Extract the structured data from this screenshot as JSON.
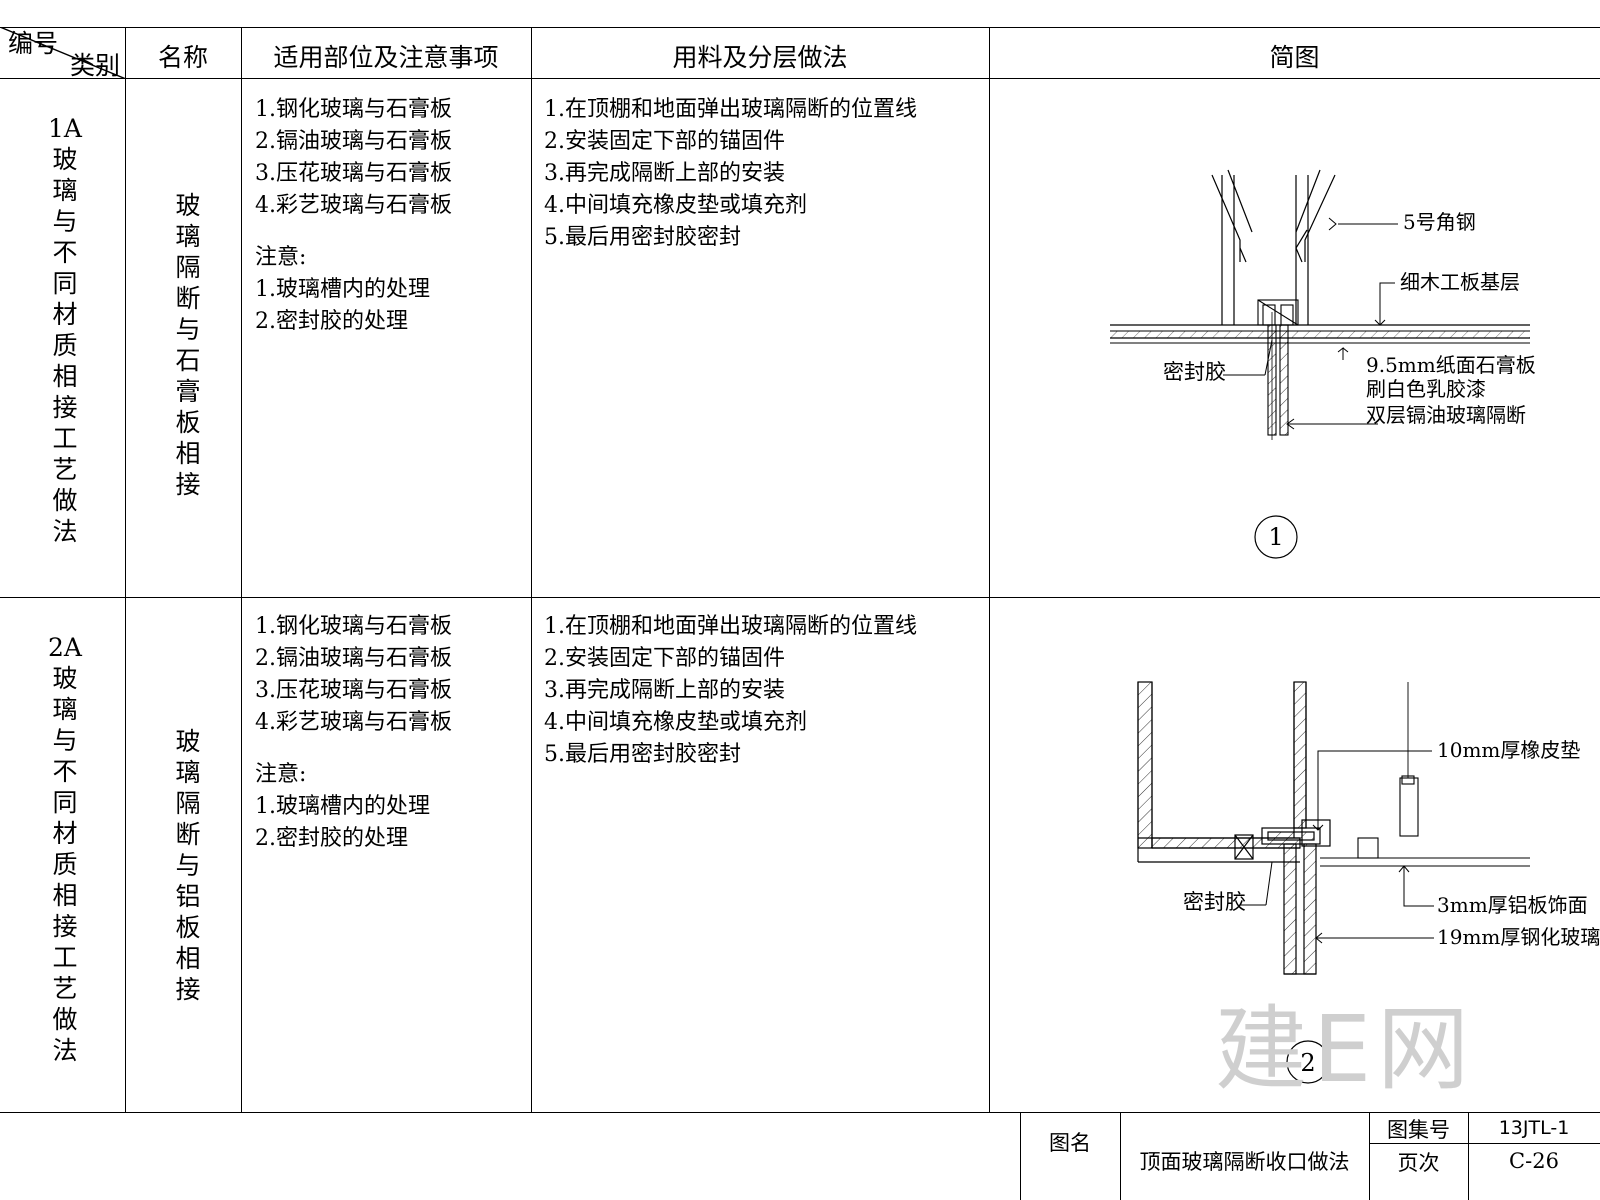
{
  "header": {
    "corner_top": "编号",
    "corner_bottom": "类别",
    "col_name": "名称",
    "col_scope": "适用部位及注意事项",
    "col_method": "用料及分层做法",
    "col_sketch": "简图"
  },
  "rows": [
    {
      "code_category": "1A\n玻\n璃\n与\n不\n同\n材\n质\n相\n接\n工\n艺\n做\n法",
      "name": "玻\n璃\n隔\n断\n与\n石\n膏\n板\n相\n接",
      "scope_items": [
        "1.钢化玻璃与石膏板",
        "2.镉油玻璃与石膏板",
        "3.压花玻璃与石膏板",
        "4.彩艺玻璃与石膏板"
      ],
      "note_title": "注意:",
      "note_items": [
        "1.玻璃槽内的处理",
        "2.密封胶的处理"
      ],
      "method_items": [
        "1.在顶棚和地面弹出玻璃隔断的位置线",
        "2.安装固定下部的锚固件",
        "3.再完成隔断上部的安装",
        "4.中间填充橡皮垫或填充剂",
        "5.最后用密封胶密封"
      ],
      "diagram": {
        "number": "1",
        "labels": {
          "angle_steel": "5号角钢",
          "wood_base": "细木工板基层",
          "gypsum_1": "9.5mm纸面石膏板",
          "gypsum_2": "刷白色乳胶漆",
          "glass": "双层镉油玻璃隔断",
          "sealant": "密封胶"
        }
      }
    },
    {
      "code_category": "2A\n玻\n璃\n与\n不\n同\n材\n质\n相\n接\n工\n艺\n做\n法",
      "name": "玻\n璃\n隔\n断\n与\n铝\n板\n相\n接",
      "scope_items": [
        "1.钢化玻璃与石膏板",
        "2.镉油玻璃与石膏板",
        "3.压花玻璃与石膏板",
        "4.彩艺玻璃与石膏板"
      ],
      "note_title": "注意:",
      "note_items": [
        "1.玻璃槽内的处理",
        "2.密封胶的处理"
      ],
      "method_items": [
        "1.在顶棚和地面弹出玻璃隔断的位置线",
        "2.安装固定下部的锚固件",
        "3.再完成隔断上部的安装",
        "4.中间填充橡皮垫或填充剂",
        "5.最后用密封胶密封"
      ],
      "diagram": {
        "number": "2",
        "labels": {
          "rubber": "10mm厚橡皮垫",
          "aluminum": "3mm厚铝板饰面",
          "glass": "19mm厚钢化玻璃",
          "sealant": "密封胶"
        }
      }
    }
  ],
  "title_block": {
    "drawing_name_label": "图名",
    "drawing_name": "顶面玻璃隔断收口做法",
    "atlas_label": "图集号",
    "atlas_no": "13JTL-1",
    "page_label": "页次",
    "page_no": "C-26"
  },
  "watermark": "建E网"
}
